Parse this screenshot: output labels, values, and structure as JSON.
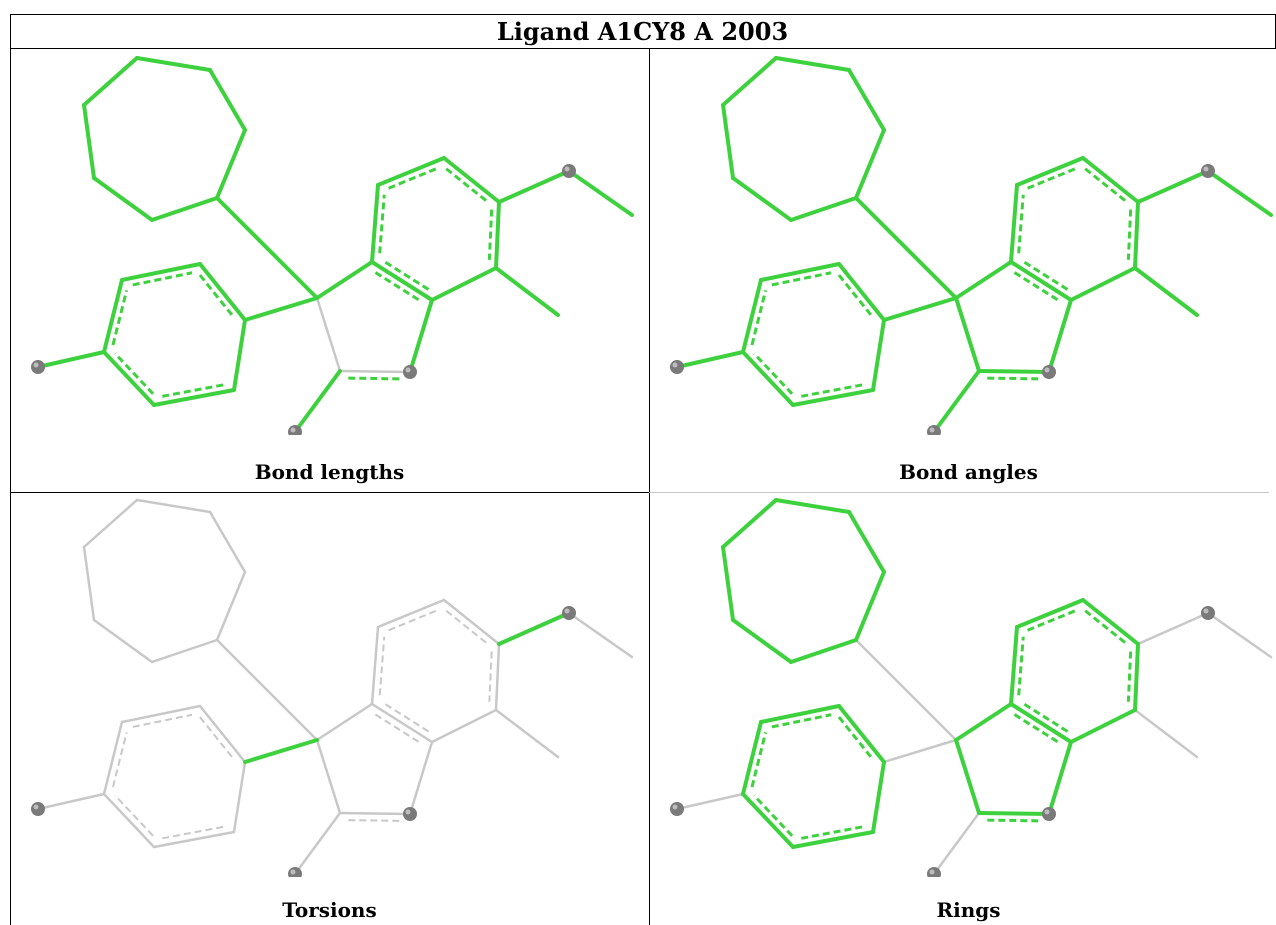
{
  "title": "Ligand A1CY8 A 2003",
  "colors": {
    "highlight": "#3ed13e",
    "neutral": "#c8c8c8",
    "atom": "#7a7a7a"
  },
  "panels": [
    {
      "caption": "Bond lengths",
      "highlighted_bonds": [
        "hept",
        "b_c1",
        "ph",
        "b_ph",
        "ar6",
        "b_ome",
        "b_me",
        "ar5_a",
        "b_ar5",
        "b_meth",
        "b_cl"
      ],
      "highlighted_dashes": [
        "ph",
        "ar6",
        "ar5"
      ]
    },
    {
      "caption": "Bond angles",
      "highlighted_bonds": [
        "hept",
        "b_c1",
        "ph",
        "b_ph",
        "ar6",
        "b_ome",
        "b_me",
        "ar5_a",
        "ar5_b",
        "b_ar5",
        "b_meth",
        "b_cl"
      ],
      "highlighted_dashes": [
        "ph",
        "ar6",
        "ar5"
      ]
    },
    {
      "caption": "Torsions",
      "highlighted_bonds": [
        "b_ph",
        "b_ome1"
      ],
      "highlighted_dashes": []
    },
    {
      "caption": "Rings",
      "highlighted_bonds": [
        "hept",
        "ph",
        "ar6",
        "ar5_a",
        "ar5_b"
      ],
      "highlighted_dashes": [
        "ph",
        "ar6",
        "ar5"
      ]
    }
  ]
}
